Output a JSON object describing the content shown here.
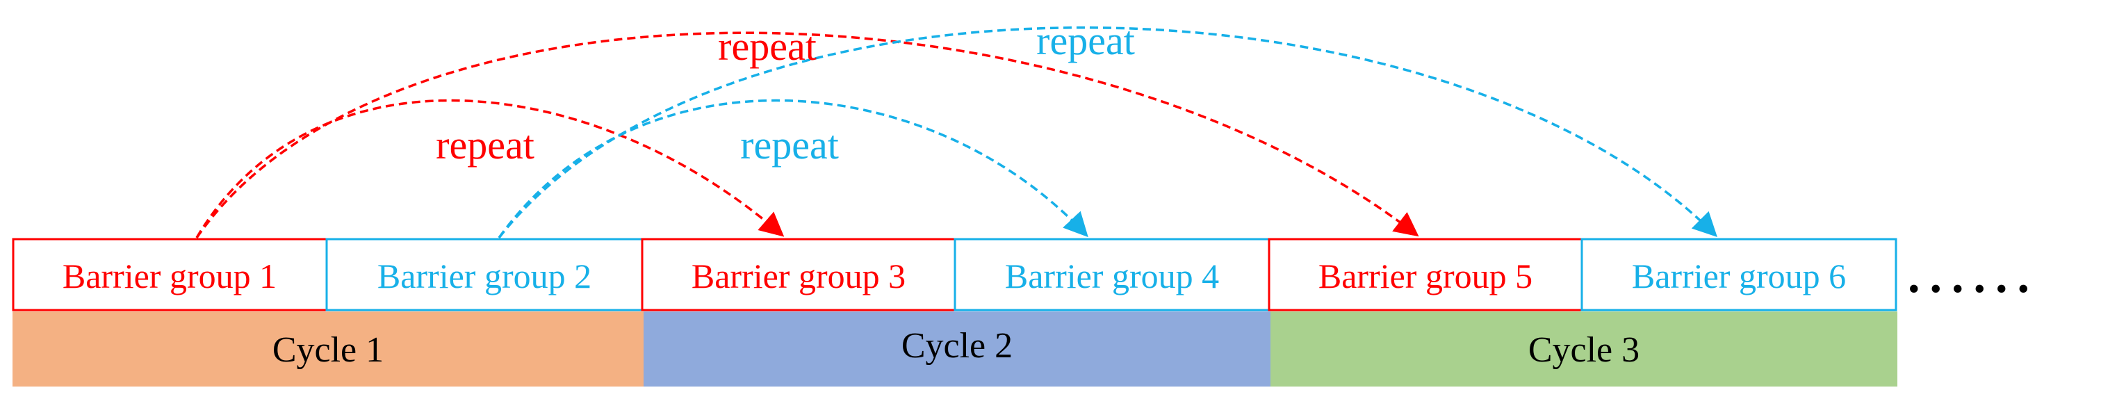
{
  "colors": {
    "red": "#ff0000",
    "blue": "#17b0e8",
    "cycle1": "#f4b183",
    "cycle2": "#8faadc",
    "cycle3": "#a9d18e"
  },
  "groups": [
    {
      "label": "Barrier group 1",
      "color": "red"
    },
    {
      "label": "Barrier group 2",
      "color": "blue"
    },
    {
      "label": "Barrier group 3",
      "color": "red"
    },
    {
      "label": "Barrier group 4",
      "color": "blue"
    },
    {
      "label": "Barrier group 5",
      "color": "red"
    },
    {
      "label": "Barrier group 6",
      "color": "blue"
    }
  ],
  "cycles": [
    {
      "label": "Cycle 1"
    },
    {
      "label": "Cycle 2"
    },
    {
      "label": "Cycle 3"
    }
  ],
  "repeat_labels": {
    "red_inner": "repeat",
    "blue_inner": "repeat",
    "red_outer": "repeat",
    "blue_outer": "repeat"
  },
  "ellipsis": "......"
}
